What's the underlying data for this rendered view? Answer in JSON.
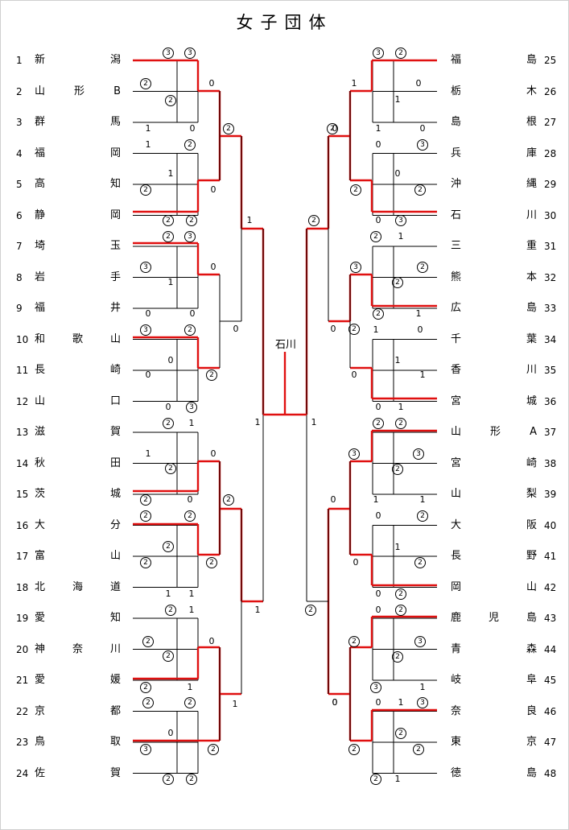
{
  "title": "女子団体",
  "champion": "石川",
  "colors": {
    "winner_line": "#e01010",
    "line": "#000000"
  },
  "left": [
    {
      "num": "1",
      "name": "新潟"
    },
    {
      "num": "2",
      "name": "山形B"
    },
    {
      "num": "3",
      "name": "群馬"
    },
    {
      "num": "4",
      "name": "福岡"
    },
    {
      "num": "5",
      "name": "高知"
    },
    {
      "num": "6",
      "name": "静岡"
    },
    {
      "num": "7",
      "name": "埼玉"
    },
    {
      "num": "8",
      "name": "岩手"
    },
    {
      "num": "9",
      "name": "福井"
    },
    {
      "num": "10",
      "name": "和歌山"
    },
    {
      "num": "11",
      "name": "長崎"
    },
    {
      "num": "12",
      "name": "山口"
    },
    {
      "num": "13",
      "name": "滋賀"
    },
    {
      "num": "14",
      "name": "秋田"
    },
    {
      "num": "15",
      "name": "茨城"
    },
    {
      "num": "16",
      "name": "大分"
    },
    {
      "num": "17",
      "name": "富山"
    },
    {
      "num": "18",
      "name": "北海道"
    },
    {
      "num": "19",
      "name": "愛知"
    },
    {
      "num": "20",
      "name": "神奈川"
    },
    {
      "num": "21",
      "name": "愛媛"
    },
    {
      "num": "22",
      "name": "京都"
    },
    {
      "num": "23",
      "name": "鳥取"
    },
    {
      "num": "24",
      "name": "佐賀"
    }
  ],
  "right": [
    {
      "num": "25",
      "name": "福島"
    },
    {
      "num": "26",
      "name": "栃木"
    },
    {
      "num": "27",
      "name": "島根"
    },
    {
      "num": "28",
      "name": "兵庫"
    },
    {
      "num": "29",
      "name": "沖縄"
    },
    {
      "num": "30",
      "name": "石川"
    },
    {
      "num": "31",
      "name": "三重"
    },
    {
      "num": "32",
      "name": "熊本"
    },
    {
      "num": "33",
      "name": "広島"
    },
    {
      "num": "34",
      "name": "千葉"
    },
    {
      "num": "35",
      "name": "香川"
    },
    {
      "num": "36",
      "name": "宮城"
    },
    {
      "num": "37",
      "name": "山形A"
    },
    {
      "num": "38",
      "name": "宮崎"
    },
    {
      "num": "39",
      "name": "山梨"
    },
    {
      "num": "40",
      "name": "大阪"
    },
    {
      "num": "41",
      "name": "長野"
    },
    {
      "num": "42",
      "name": "岡山"
    },
    {
      "num": "43",
      "name": "鹿児島"
    },
    {
      "num": "44",
      "name": "青森"
    },
    {
      "num": "45",
      "name": "岐阜"
    },
    {
      "num": "46",
      "name": "奈良"
    },
    {
      "num": "47",
      "name": "東京"
    },
    {
      "num": "48",
      "name": "徳島"
    }
  ],
  "scores": [
    "3",
    "3",
    "2",
    "0",
    "2",
    "1",
    "0",
    "2",
    "1",
    "2",
    "1",
    "2",
    "0",
    "2",
    "2",
    "1",
    "2",
    "3",
    "3",
    "0",
    "1",
    "0",
    "0",
    "0",
    "3",
    "2",
    "0",
    "0",
    "2",
    "0",
    "3",
    "1",
    "2",
    "1",
    "1",
    "0",
    "2",
    "2",
    "0",
    "2",
    "2",
    "2",
    "2",
    "2",
    "2",
    "1",
    "1",
    "1",
    "2",
    "1",
    "2",
    "0",
    "2",
    "2",
    "1",
    "1",
    "2",
    "2",
    "0",
    "3",
    "2",
    "2",
    "2",
    "1",
    "2",
    "0",
    "1",
    "2",
    "0",
    "0",
    "0",
    "3",
    "2",
    "0",
    "1",
    "1",
    "0",
    "2",
    "2",
    "0",
    "3",
    "0",
    "2",
    "0",
    "3",
    "3",
    "2",
    "1",
    "2",
    "2",
    "2",
    "1",
    "2",
    "1",
    "0",
    "1",
    "0",
    "1",
    "0",
    "1",
    "3",
    "2",
    "2",
    "3",
    "2",
    "1",
    "1",
    "0",
    "0",
    "2",
    "1",
    "2",
    "0",
    "2",
    "2",
    "0",
    "2",
    "3",
    "2",
    "3",
    "1",
    "0",
    "0",
    "1",
    "3",
    "2",
    "2",
    "2",
    "2",
    "1",
    "1",
    "1",
    "2",
    "2",
    "0",
    "2",
    "1",
    "0",
    "1",
    "2",
    "0",
    "2"
  ]
}
